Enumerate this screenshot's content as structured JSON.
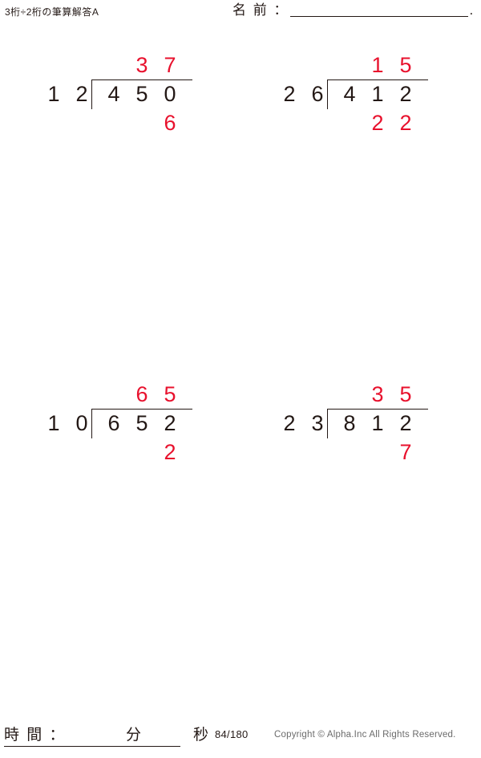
{
  "header": {
    "title": "3桁÷2桁の筆算解答A",
    "name_label": "名 前 ：",
    "name_value": "",
    "name_period": "."
  },
  "problems": [
    {
      "id": "problem-1",
      "divisor": "12",
      "divisor_digits": [
        "1",
        "2"
      ],
      "dividend": "450",
      "dividend_digits": [
        "4",
        "5",
        "0"
      ],
      "quotient": "37",
      "quotient_digits": [
        "3",
        "7"
      ],
      "remainder": "6",
      "remainder_digits": [
        "6"
      ],
      "answer_color": "#e8112d"
    },
    {
      "id": "problem-2",
      "divisor": "26",
      "divisor_digits": [
        "2",
        "6"
      ],
      "dividend": "412",
      "dividend_digits": [
        "4",
        "1",
        "2"
      ],
      "quotient": "15",
      "quotient_digits": [
        "1",
        "5"
      ],
      "remainder": "22",
      "remainder_digits": [
        "2",
        "2"
      ],
      "answer_color": "#e8112d"
    },
    {
      "id": "problem-3",
      "divisor": "10",
      "divisor_digits": [
        "1",
        "0"
      ],
      "dividend": "652",
      "dividend_digits": [
        "6",
        "5",
        "2"
      ],
      "quotient": "65",
      "quotient_digits": [
        "6",
        "5"
      ],
      "remainder": "2",
      "remainder_digits": [
        "2"
      ],
      "answer_color": "#e8112d"
    },
    {
      "id": "problem-4",
      "divisor": "23",
      "divisor_digits": [
        "2",
        "3"
      ],
      "dividend": "812",
      "dividend_digits": [
        "8",
        "1",
        "2"
      ],
      "quotient": "35",
      "quotient_digits": [
        "3",
        "5"
      ],
      "remainder": "7",
      "remainder_digits": [
        "7"
      ],
      "answer_color": "#e8112d"
    }
  ],
  "footer": {
    "time_label": "時 間 ：",
    "minutes_unit": "分",
    "seconds_unit": "秒",
    "time_line": "時 間 ：　　　　分　　　秒",
    "page_number": "84/180",
    "copyright": "Copyright © Alpha.Inc All Rights Reserved."
  }
}
